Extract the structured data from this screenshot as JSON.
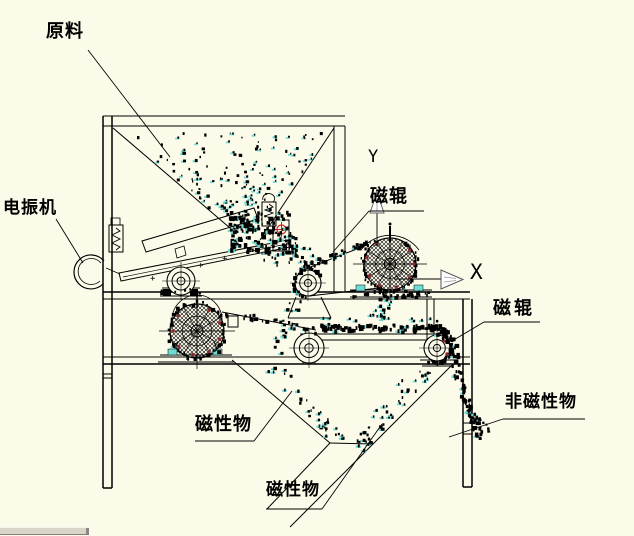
{
  "window": {
    "description_note": "CAD line drawing of a double-roller magnetic separator"
  },
  "colors": {
    "background": "#FCFBEA",
    "line": "#000000",
    "particle": "#000000",
    "particle_highlight": "#6FDCD4",
    "magnet_dot": "#8B2B2B",
    "marker_red": "#CC2020",
    "arrow_fill": "#FFFFFF",
    "arrow_stroke": "#666666",
    "scrollbar_fill": "#D8D4C6",
    "scrollbar_edge": "#82807A"
  },
  "labels": {
    "raw_material": "原料",
    "vibrator": "电振机",
    "magnetic_roller_upper": "磁辊",
    "magnetic_roller_right": "磁辊",
    "non_magnetic_material": "非磁性物",
    "magnetic_material_left": "磁性物",
    "magnetic_material_bottom": "磁性物",
    "axis_x": "X",
    "axis_y": "Y"
  }
}
